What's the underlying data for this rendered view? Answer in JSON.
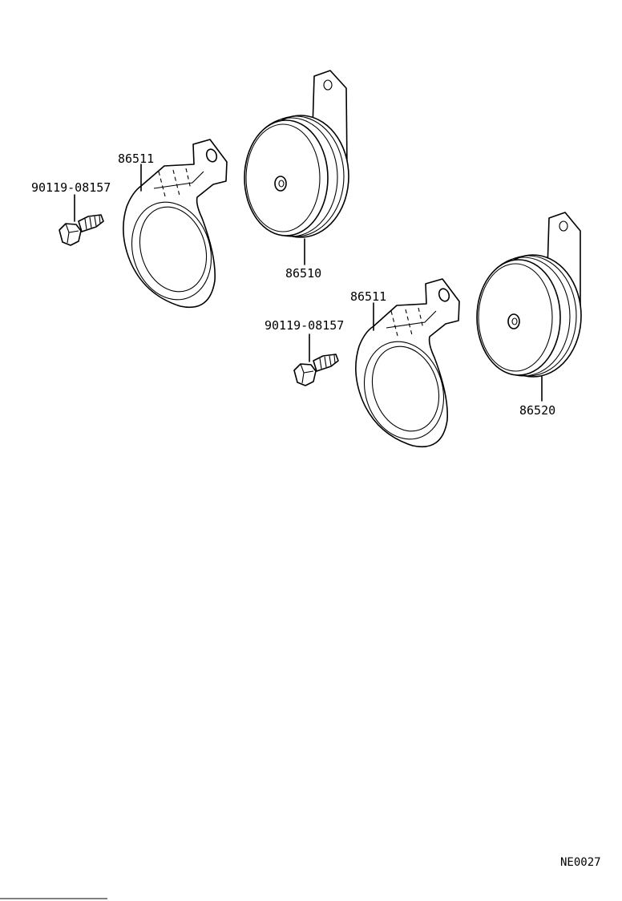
{
  "parts": {
    "bolt_1": "90119-08157",
    "bracket_1": "86511",
    "horn_high": "86510",
    "bolt_2": "90119-08157",
    "bracket_2": "86511",
    "horn_low": "86520"
  },
  "figure_code": "NE0027"
}
